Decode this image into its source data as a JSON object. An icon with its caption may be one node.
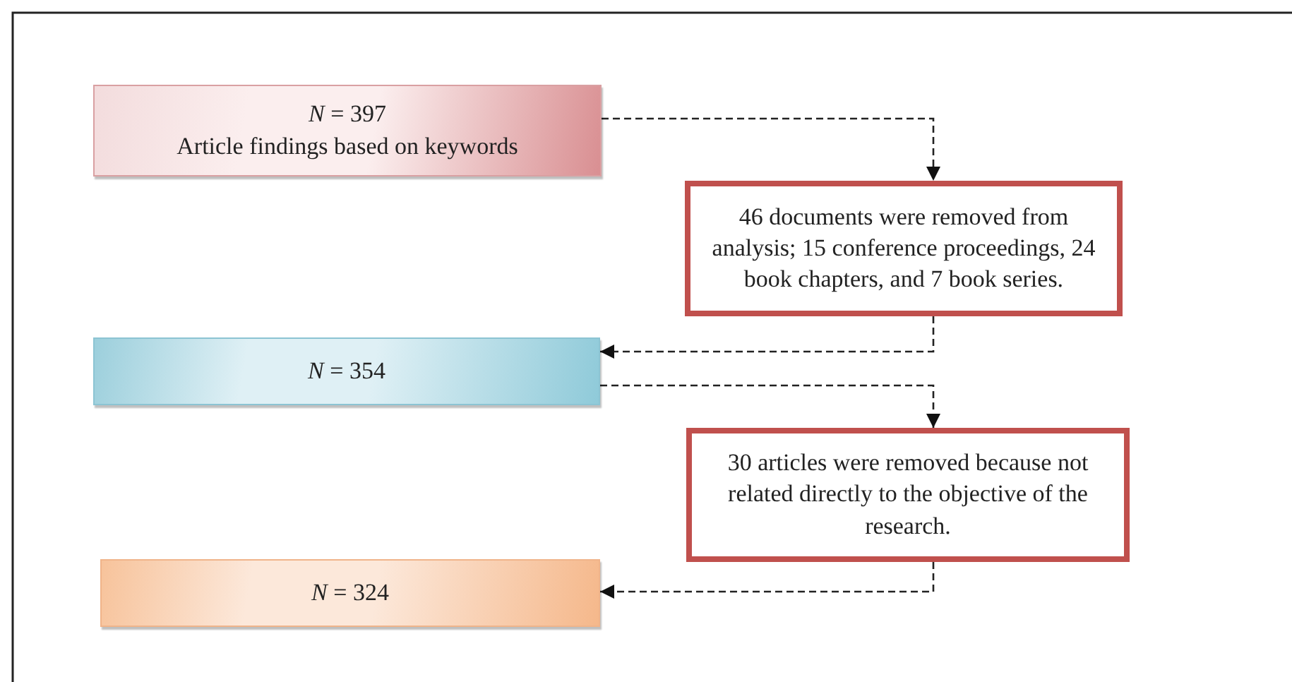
{
  "diagram": {
    "nodes": [
      {
        "text": [
          "*N* = 397",
          "Article findings based on keywords"
        ]
      },
      {
        "text": [
          "46 documents were removed from analysis; 15 conference proceedings, 24 book chapters, and 7 book series."
        ]
      },
      {
        "text": [
          "*N* = 354"
        ]
      },
      {
        "text": [
          "30 articles were removed because not related directly to the objective of the research."
        ]
      },
      {
        "text": [
          "*N* = 324"
        ]
      }
    ],
    "edges": [
      {
        "from": 0,
        "to": 1,
        "arrow": "to",
        "style": "dashed"
      },
      {
        "from": 1,
        "to": 2,
        "arrow": "to",
        "style": "dashed"
      },
      {
        "from": 2,
        "to": 3,
        "arrow": "to",
        "style": "dashed"
      },
      {
        "from": 3,
        "to": 4,
        "arrow": "to",
        "style": "dashed"
      }
    ]
  }
}
